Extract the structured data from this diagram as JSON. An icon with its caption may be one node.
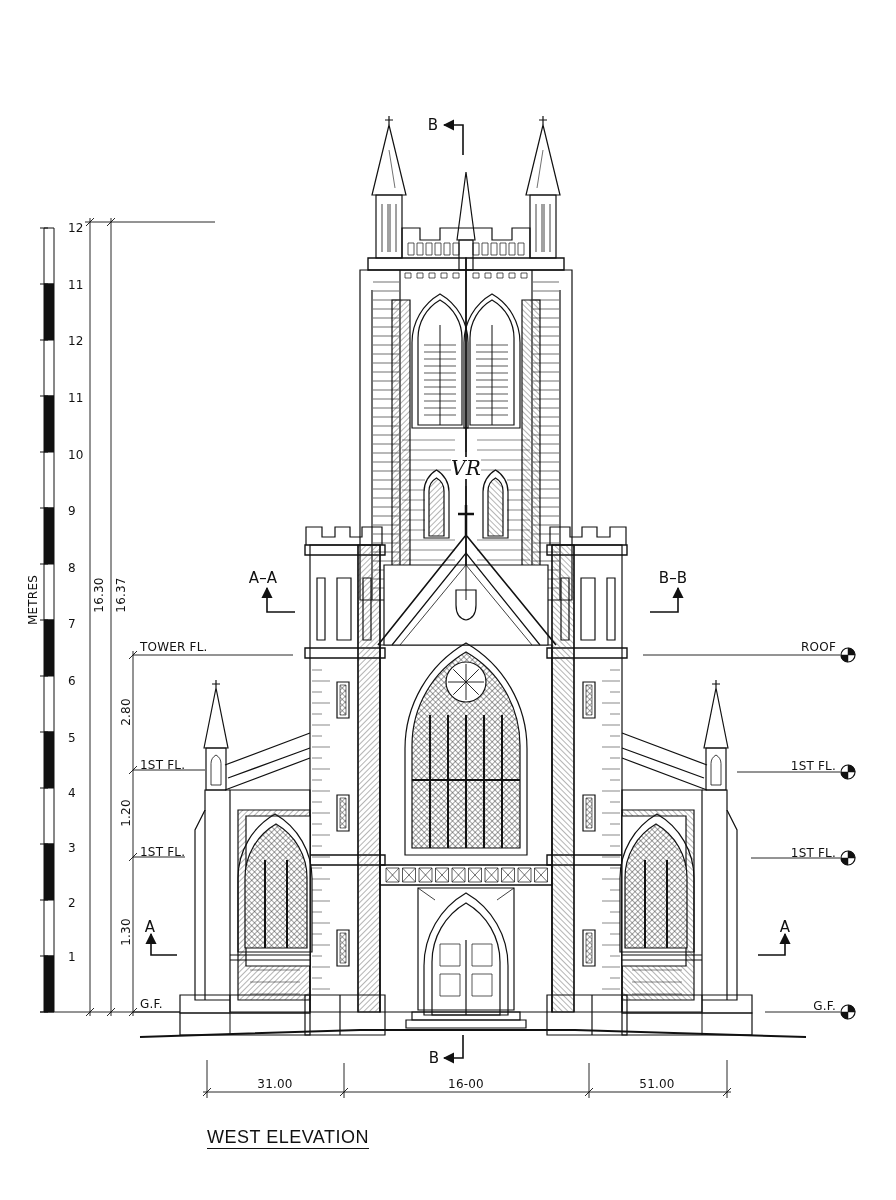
{
  "diagram": {
    "title": "WEST ELEVATION",
    "labels": [
      "B",
      "12",
      "11",
      "12",
      "11",
      "VR",
      "10",
      "9",
      "8",
      "A–A",
      "B–B",
      "METRES",
      "7",
      "16.30",
      "16.37",
      "TOWER FL.",
      "ROOF",
      "6",
      "2.80",
      "5",
      "1ST FL.",
      "1ST FL.",
      "4",
      "1.20",
      "3",
      "1ST FL.",
      "1ST FL.",
      "2",
      "1.30",
      "A",
      "A",
      "1",
      "G.F.",
      "G.F.",
      "B",
      "31.00",
      "16-00",
      "51.00"
    ]
  }
}
